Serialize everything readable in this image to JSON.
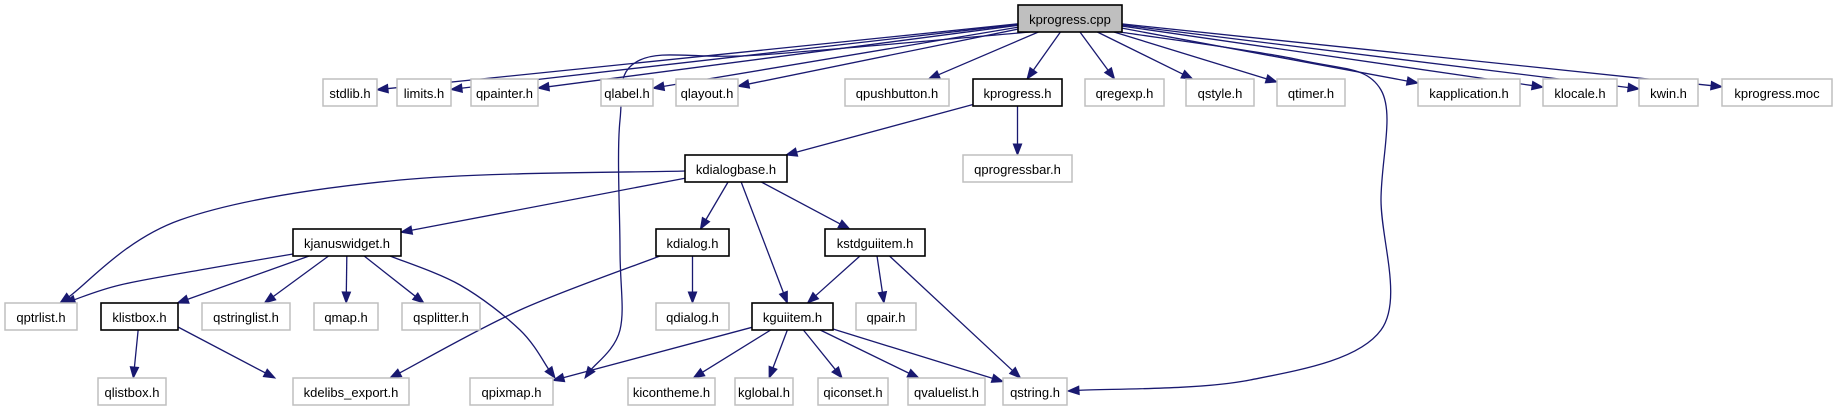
{
  "graph": {
    "title": "kprogress.cpp include dependency graph",
    "colors": {
      "edge": "#191970",
      "root_fill": "#bfbfbf",
      "node_border_linked": "#000000",
      "node_border_plain": "#bfbfbf"
    },
    "nodes": [
      {
        "id": "kprogress_cpp",
        "label": "kprogress.cpp",
        "kind": "root"
      },
      {
        "id": "stdlib_h",
        "label": "stdlib.h",
        "kind": "plain"
      },
      {
        "id": "limits_h",
        "label": "limits.h",
        "kind": "plain"
      },
      {
        "id": "qpainter_h",
        "label": "qpainter.h",
        "kind": "plain"
      },
      {
        "id": "qlabel_h",
        "label": "qlabel.h",
        "kind": "plain"
      },
      {
        "id": "qlayout_h",
        "label": "qlayout.h",
        "kind": "plain"
      },
      {
        "id": "qpushbutton_h",
        "label": "qpushbutton.h",
        "kind": "plain"
      },
      {
        "id": "kprogress_h",
        "label": "kprogress.h",
        "kind": "linked"
      },
      {
        "id": "qregexp_h",
        "label": "qregexp.h",
        "kind": "plain"
      },
      {
        "id": "qstyle_h",
        "label": "qstyle.h",
        "kind": "plain"
      },
      {
        "id": "qtimer_h",
        "label": "qtimer.h",
        "kind": "plain"
      },
      {
        "id": "kapplication_h",
        "label": "kapplication.h",
        "kind": "plain"
      },
      {
        "id": "klocale_h",
        "label": "klocale.h",
        "kind": "plain"
      },
      {
        "id": "kwin_h",
        "label": "kwin.h",
        "kind": "plain"
      },
      {
        "id": "kprogress_moc",
        "label": "kprogress.moc",
        "kind": "plain"
      },
      {
        "id": "kdialogbase_h",
        "label": "kdialogbase.h",
        "kind": "linked"
      },
      {
        "id": "qprogressbar_h",
        "label": "qprogressbar.h",
        "kind": "plain"
      },
      {
        "id": "kjanuswidget_h",
        "label": "kjanuswidget.h",
        "kind": "linked"
      },
      {
        "id": "kdialog_h",
        "label": "kdialog.h",
        "kind": "linked"
      },
      {
        "id": "kstdguiitem_h",
        "label": "kstdguiitem.h",
        "kind": "linked"
      },
      {
        "id": "qptrlist_h",
        "label": "qptrlist.h",
        "kind": "plain"
      },
      {
        "id": "klistbox_h",
        "label": "klistbox.h",
        "kind": "linked"
      },
      {
        "id": "qstringlist_h",
        "label": "qstringlist.h",
        "kind": "plain"
      },
      {
        "id": "qmap_h",
        "label": "qmap.h",
        "kind": "plain"
      },
      {
        "id": "qsplitter_h",
        "label": "qsplitter.h",
        "kind": "plain"
      },
      {
        "id": "qdialog_h",
        "label": "qdialog.h",
        "kind": "plain"
      },
      {
        "id": "kguiitem_h",
        "label": "kguiitem.h",
        "kind": "linked"
      },
      {
        "id": "qpair_h",
        "label": "qpair.h",
        "kind": "plain"
      },
      {
        "id": "qlistbox_h",
        "label": "qlistbox.h",
        "kind": "plain"
      },
      {
        "id": "kdelibs_export_h",
        "label": "kdelibs_export.h",
        "kind": "plain"
      },
      {
        "id": "qpixmap_h",
        "label": "qpixmap.h",
        "kind": "plain"
      },
      {
        "id": "kicontheme_h",
        "label": "kicontheme.h",
        "kind": "plain"
      },
      {
        "id": "kglobal_h",
        "label": "kglobal.h",
        "kind": "plain"
      },
      {
        "id": "qiconset_h",
        "label": "qiconset.h",
        "kind": "plain"
      },
      {
        "id": "qvaluelist_h",
        "label": "qvaluelist.h",
        "kind": "plain"
      },
      {
        "id": "qstring_h",
        "label": "qstring.h",
        "kind": "plain"
      }
    ],
    "edges": [
      {
        "from": "kprogress_cpp",
        "to": "stdlib_h"
      },
      {
        "from": "kprogress_cpp",
        "to": "limits_h"
      },
      {
        "from": "kprogress_cpp",
        "to": "qpainter_h"
      },
      {
        "from": "kprogress_cpp",
        "to": "qpixmap_h"
      },
      {
        "from": "kprogress_cpp",
        "to": "qlabel_h"
      },
      {
        "from": "kprogress_cpp",
        "to": "qlayout_h"
      },
      {
        "from": "kprogress_cpp",
        "to": "qpushbutton_h"
      },
      {
        "from": "kprogress_cpp",
        "to": "kprogress_h"
      },
      {
        "from": "kprogress_cpp",
        "to": "qregexp_h"
      },
      {
        "from": "kprogress_cpp",
        "to": "qstyle_h"
      },
      {
        "from": "kprogress_cpp",
        "to": "qtimer_h"
      },
      {
        "from": "kprogress_cpp",
        "to": "qstring_h"
      },
      {
        "from": "kprogress_cpp",
        "to": "kapplication_h"
      },
      {
        "from": "kprogress_cpp",
        "to": "klocale_h"
      },
      {
        "from": "kprogress_cpp",
        "to": "kwin_h"
      },
      {
        "from": "kprogress_cpp",
        "to": "kprogress_moc"
      },
      {
        "from": "kprogress_h",
        "to": "kdialogbase_h"
      },
      {
        "from": "kprogress_h",
        "to": "qprogressbar_h"
      },
      {
        "from": "kdialogbase_h",
        "to": "qptrlist_h"
      },
      {
        "from": "kdialogbase_h",
        "to": "kjanuswidget_h"
      },
      {
        "from": "kdialogbase_h",
        "to": "kdialog_h"
      },
      {
        "from": "kdialogbase_h",
        "to": "kguiitem_h"
      },
      {
        "from": "kdialogbase_h",
        "to": "kstdguiitem_h"
      },
      {
        "from": "kjanuswidget_h",
        "to": "qptrlist_h"
      },
      {
        "from": "kjanuswidget_h",
        "to": "klistbox_h"
      },
      {
        "from": "kjanuswidget_h",
        "to": "qstringlist_h"
      },
      {
        "from": "kjanuswidget_h",
        "to": "qmap_h"
      },
      {
        "from": "kjanuswidget_h",
        "to": "qsplitter_h"
      },
      {
        "from": "kjanuswidget_h",
        "to": "qpixmap_h"
      },
      {
        "from": "kdialog_h",
        "to": "qdialog_h"
      },
      {
        "from": "kdialog_h",
        "to": "kdelibs_export_h"
      },
      {
        "from": "kstdguiitem_h",
        "to": "kguiitem_h"
      },
      {
        "from": "kstdguiitem_h",
        "to": "qpair_h"
      },
      {
        "from": "kstdguiitem_h",
        "to": "qstring_h"
      },
      {
        "from": "klistbox_h",
        "to": "qlistbox_h"
      },
      {
        "from": "klistbox_h",
        "to": "kdelibs_export_h"
      },
      {
        "from": "kguiitem_h",
        "to": "qpixmap_h"
      },
      {
        "from": "kguiitem_h",
        "to": "kicontheme_h"
      },
      {
        "from": "kguiitem_h",
        "to": "kglobal_h"
      },
      {
        "from": "kguiitem_h",
        "to": "qiconset_h"
      },
      {
        "from": "kguiitem_h",
        "to": "qvaluelist_h"
      },
      {
        "from": "kguiitem_h",
        "to": "qstring_h"
      }
    ]
  }
}
